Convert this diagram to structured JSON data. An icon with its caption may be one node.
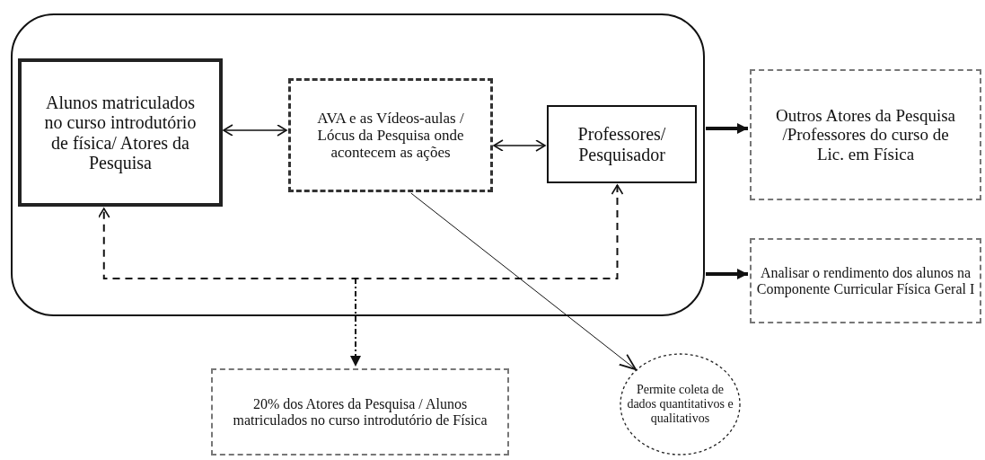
{
  "diagram": {
    "nodes": [
      {
        "text": [],
        "shape": "box"
      },
      {
        "text": [
          "Alunos matriculados no curso introdutório de física/ Atores da Pesquisa"
        ],
        "in": 0
      },
      {
        "text": [
          "AVA e as Vídeos-aulas / Lócus da Pesquisa onde acontecem as ações"
        ],
        "in": 0
      },
      {
        "text": [
          "Professores/ Pesquisador"
        ],
        "in": 0
      },
      {
        "text": [
          "Outros Atores da Pesquisa /Professores do curso de Lic. em Física"
        ]
      },
      {
        "text": [
          "Analisar o rendimento dos alunos na Componente Curricular Física Geral I"
        ]
      },
      {
        "text": [
          "20% dos Atores da Pesquisa / Alunos matriculados no curso introdutório de Física"
        ]
      },
      {
        "text": [
          "Permite coleta de dados quantitativos e qualitativos"
        ]
      }
    ],
    "edges": [
      {
        "from": 1,
        "to": 2,
        "arrow": "both"
      },
      {
        "from": 2,
        "to": 3,
        "arrow": "both"
      },
      {
        "from": 0,
        "to": 4,
        "arrow": "to",
        "style": "thick"
      },
      {
        "from": 0,
        "to": 5,
        "arrow": "to",
        "style": "thick"
      },
      {
        "from": 3,
        "to": 1,
        "arrow": "both",
        "style": "dashed"
      },
      {
        "from": null,
        "to": 6,
        "arrow": "to",
        "style": "dashed"
      },
      {
        "from": 2,
        "to": 7,
        "arrow": "to"
      }
    ]
  }
}
